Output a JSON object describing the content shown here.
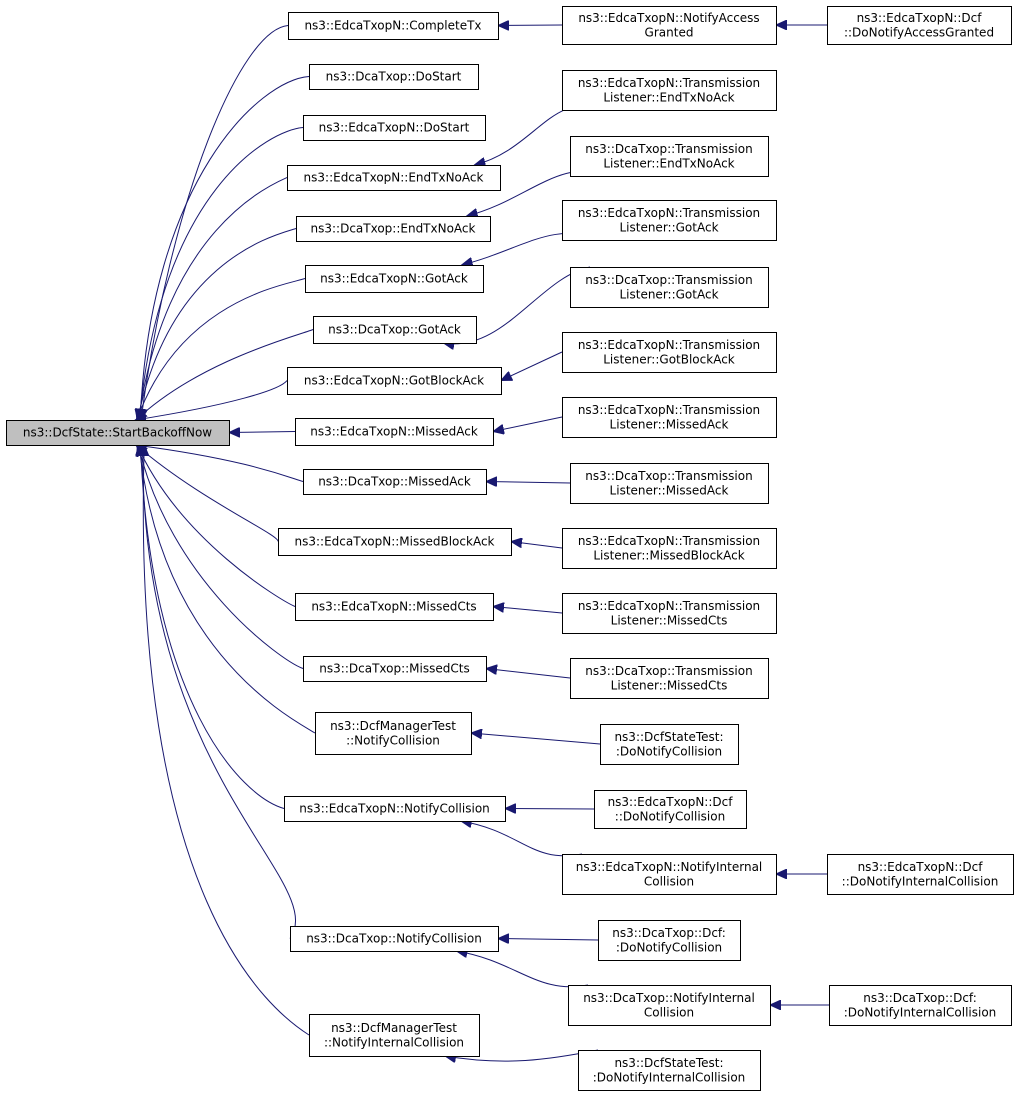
{
  "colors": {
    "edge": "#191970",
    "root_fill": "#bfbfbf",
    "node_fill": "#ffffff",
    "node_border": "#000000"
  },
  "nodes": {
    "root": [
      "ns3::DcfState::StartBackoffNow"
    ],
    "n1": [
      "ns3::EdcaTxopN::CompleteTx"
    ],
    "n2": [
      "ns3::DcaTxop::DoStart"
    ],
    "n3": [
      "ns3::EdcaTxopN::DoStart"
    ],
    "n4": [
      "ns3::EdcaTxopN::EndTxNoAck"
    ],
    "n5": [
      "ns3::DcaTxop::EndTxNoAck"
    ],
    "n6": [
      "ns3::EdcaTxopN::GotAck"
    ],
    "n7": [
      "ns3::DcaTxop::GotAck"
    ],
    "n8": [
      "ns3::EdcaTxopN::GotBlockAck"
    ],
    "n9": [
      "ns3::EdcaTxopN::MissedAck"
    ],
    "n10": [
      "ns3::DcaTxop::MissedAck"
    ],
    "n11": [
      "ns3::EdcaTxopN::MissedBlockAck"
    ],
    "n12": [
      "ns3::EdcaTxopN::MissedCts"
    ],
    "n13": [
      "ns3::DcaTxop::MissedCts"
    ],
    "n14": [
      "ns3::DcfManagerTest",
      "::NotifyCollision"
    ],
    "n15": [
      "ns3::EdcaTxopN::NotifyCollision"
    ],
    "n16": [
      "ns3::DcaTxop::NotifyCollision"
    ],
    "n17": [
      "ns3::DcfManagerTest",
      "::NotifyInternalCollision"
    ],
    "c1": [
      "ns3::EdcaTxopN::NotifyAccess",
      "Granted"
    ],
    "c1b": [
      "ns3::EdcaTxopN::Dcf",
      "::DoNotifyAccessGranted"
    ],
    "c4": [
      "ns3::EdcaTxopN::Transmission",
      "Listener::EndTxNoAck"
    ],
    "c5": [
      "ns3::DcaTxop::Transmission",
      "Listener::EndTxNoAck"
    ],
    "c6": [
      "ns3::EdcaTxopN::Transmission",
      "Listener::GotAck"
    ],
    "c7": [
      "ns3::DcaTxop::Transmission",
      "Listener::GotAck"
    ],
    "c8": [
      "ns3::EdcaTxopN::Transmission",
      "Listener::GotBlockAck"
    ],
    "c9": [
      "ns3::EdcaTxopN::Transmission",
      "Listener::MissedAck"
    ],
    "c10": [
      "ns3::DcaTxop::Transmission",
      "Listener::MissedAck"
    ],
    "c11": [
      "ns3::EdcaTxopN::Transmission",
      "Listener::MissedBlockAck"
    ],
    "c12": [
      "ns3::EdcaTxopN::Transmission",
      "Listener::MissedCts"
    ],
    "c13": [
      "ns3::DcaTxop::Transmission",
      "Listener::MissedCts"
    ],
    "c14": [
      "ns3::DcfStateTest:",
      ":DoNotifyCollision"
    ],
    "c15a": [
      "ns3::EdcaTxopN::Dcf",
      "::DoNotifyCollision"
    ],
    "c15b": [
      "ns3::EdcaTxopN::NotifyInternal",
      "Collision"
    ],
    "c15c": [
      "ns3::EdcaTxopN::Dcf",
      "::DoNotifyInternalCollision"
    ],
    "c16a": [
      "ns3::DcaTxop::Dcf:",
      ":DoNotifyCollision"
    ],
    "c16b": [
      "ns3::DcaTxop::NotifyInternal",
      "Collision"
    ],
    "c16c": [
      "ns3::DcaTxop::Dcf:",
      ":DoNotifyInternalCollision"
    ],
    "c17": [
      "ns3::DcfStateTest:",
      ":DoNotifyInternalCollision"
    ]
  },
  "edges": [
    [
      "root",
      "n1"
    ],
    [
      "root",
      "n2"
    ],
    [
      "root",
      "n3"
    ],
    [
      "root",
      "n4"
    ],
    [
      "root",
      "n5"
    ],
    [
      "root",
      "n6"
    ],
    [
      "root",
      "n7"
    ],
    [
      "root",
      "n8"
    ],
    [
      "root",
      "n9"
    ],
    [
      "root",
      "n10"
    ],
    [
      "root",
      "n11"
    ],
    [
      "root",
      "n12"
    ],
    [
      "root",
      "n13"
    ],
    [
      "root",
      "n14"
    ],
    [
      "root",
      "n15"
    ],
    [
      "root",
      "n16"
    ],
    [
      "root",
      "n17"
    ],
    [
      "n1",
      "c1"
    ],
    [
      "c1",
      "c1b"
    ],
    [
      "n4",
      "c4"
    ],
    [
      "n5",
      "c5"
    ],
    [
      "n6",
      "c6"
    ],
    [
      "n7",
      "c7"
    ],
    [
      "n8",
      "c8"
    ],
    [
      "n9",
      "c9"
    ],
    [
      "n10",
      "c10"
    ],
    [
      "n11",
      "c11"
    ],
    [
      "n12",
      "c12"
    ],
    [
      "n13",
      "c13"
    ],
    [
      "n14",
      "c14"
    ],
    [
      "n15",
      "c15a"
    ],
    [
      "n15",
      "c15b"
    ],
    [
      "c15b",
      "c15c"
    ],
    [
      "n16",
      "c16a"
    ],
    [
      "n16",
      "c16b"
    ],
    [
      "c16b",
      "c16c"
    ],
    [
      "n17",
      "c17"
    ]
  ]
}
